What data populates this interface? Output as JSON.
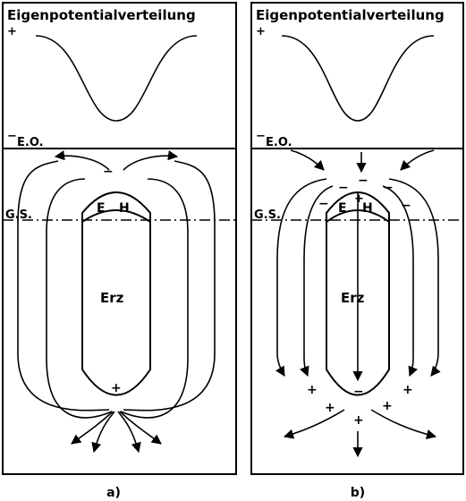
{
  "panel_a": {
    "title": "Eigenpotentialverteilung",
    "plus_mark": "+",
    "eo_label": "E.O.",
    "eo_sign": "−",
    "gs_label": "G.S.",
    "e_label": "E",
    "h_label": "H",
    "ore_label": "Erz",
    "top_sign": "−",
    "bottom_sign": "+",
    "caption": "a)"
  },
  "panel_b": {
    "title": "Eigenpotentialverteilung",
    "plus_mark": "+",
    "eo_label": "E.O.",
    "eo_sign": "−",
    "gs_label": "G.S.",
    "e_label": "E",
    "h_label": "H",
    "ore_label": "Erz",
    "minus_sign": "−",
    "plus_sign": "+",
    "caption": "b)"
  }
}
